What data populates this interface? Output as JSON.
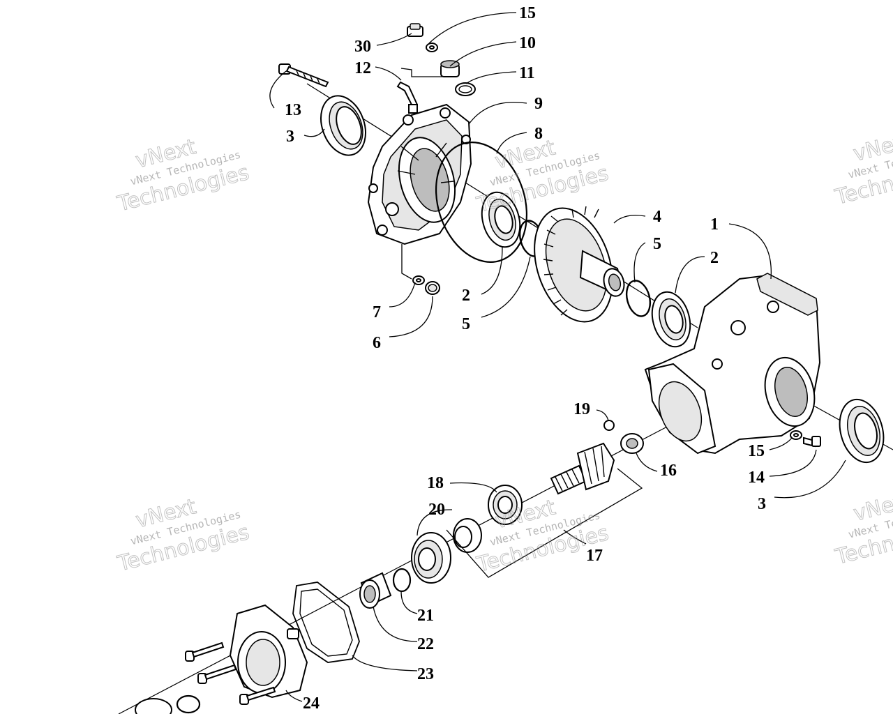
{
  "callouts": [
    {
      "id": "c30",
      "text": "30"
    },
    {
      "id": "c15a",
      "text": "15"
    },
    {
      "id": "c10",
      "text": "10"
    },
    {
      "id": "c12",
      "text": "12"
    },
    {
      "id": "c11",
      "text": "11"
    },
    {
      "id": "c13",
      "text": "13"
    },
    {
      "id": "c9",
      "text": "9"
    },
    {
      "id": "c3a",
      "text": "3"
    },
    {
      "id": "c8",
      "text": "8"
    },
    {
      "id": "c4",
      "text": "4"
    },
    {
      "id": "c1",
      "text": "1"
    },
    {
      "id": "c5a",
      "text": "5"
    },
    {
      "id": "c2a",
      "text": "2"
    },
    {
      "id": "c2b",
      "text": "2"
    },
    {
      "id": "c7",
      "text": "7"
    },
    {
      "id": "c5b",
      "text": "5"
    },
    {
      "id": "c6",
      "text": "6"
    },
    {
      "id": "c19",
      "text": "19"
    },
    {
      "id": "c15b",
      "text": "15"
    },
    {
      "id": "c16",
      "text": "16"
    },
    {
      "id": "c14",
      "text": "14"
    },
    {
      "id": "c3b",
      "text": "3"
    },
    {
      "id": "c18",
      "text": "18"
    },
    {
      "id": "c20",
      "text": "20"
    },
    {
      "id": "c17",
      "text": "17"
    },
    {
      "id": "c21",
      "text": "21"
    },
    {
      "id": "c22",
      "text": "22"
    },
    {
      "id": "c23",
      "text": "23"
    },
    {
      "id": "c24",
      "text": "24"
    }
  ],
  "watermark": {
    "line1": "vNext",
    "line2": "vNext Technologies",
    "line3": "Technologies"
  }
}
